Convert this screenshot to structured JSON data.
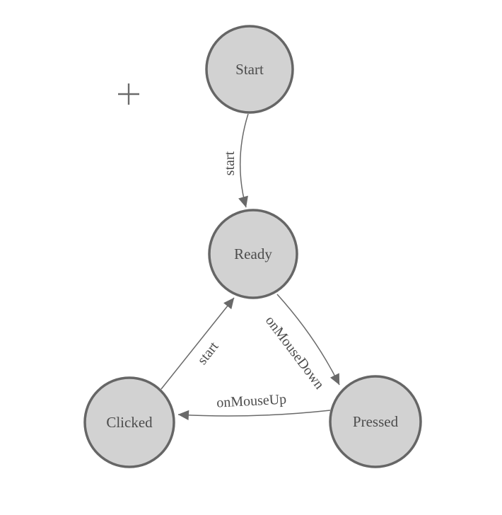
{
  "diagram": {
    "type": "state-machine",
    "nodes": [
      {
        "id": "start",
        "label": "Start"
      },
      {
        "id": "ready",
        "label": "Ready"
      },
      {
        "id": "clicked",
        "label": "Clicked"
      },
      {
        "id": "pressed",
        "label": "Pressed"
      }
    ],
    "edges": [
      {
        "from": "Start",
        "to": "Ready",
        "label": "start"
      },
      {
        "from": "Ready",
        "to": "Pressed",
        "label": "onMouseDown"
      },
      {
        "from": "Pressed",
        "to": "Clicked",
        "label": "onMouseUp"
      },
      {
        "from": "Clicked",
        "to": "Ready",
        "label": "start"
      }
    ],
    "colors": {
      "node_fill": "#d2d2d2",
      "node_stroke": "#666666",
      "edge_stroke": "#696969",
      "label_text": "#4c4c4c",
      "background": "#ffffff"
    },
    "cursor": {
      "icon": "crosshair"
    }
  }
}
